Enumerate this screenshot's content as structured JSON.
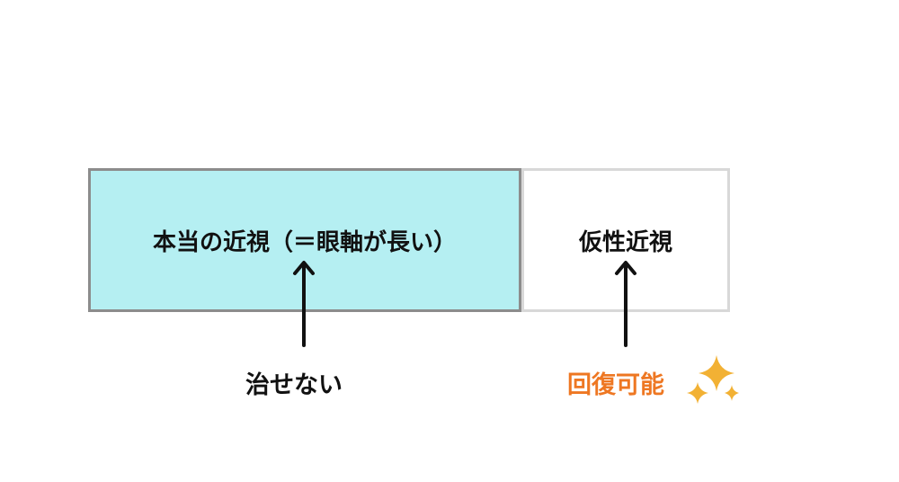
{
  "boxes": {
    "true_myopia": "本当の近視（＝眼軸が長い）",
    "pseudo_myopia": "仮性近視"
  },
  "captions": {
    "cannot_cure": "治せない",
    "recoverable": "回復可能"
  },
  "colors": {
    "true_box_fill": "#b5eff2",
    "true_box_border": "#8c8c8c",
    "pseudo_box_border": "#d8d8d8",
    "recoverable_text": "#ee7722",
    "sparkle": "#f2b134"
  },
  "icons": [
    "up-arrow-icon",
    "sparkle-icon"
  ]
}
